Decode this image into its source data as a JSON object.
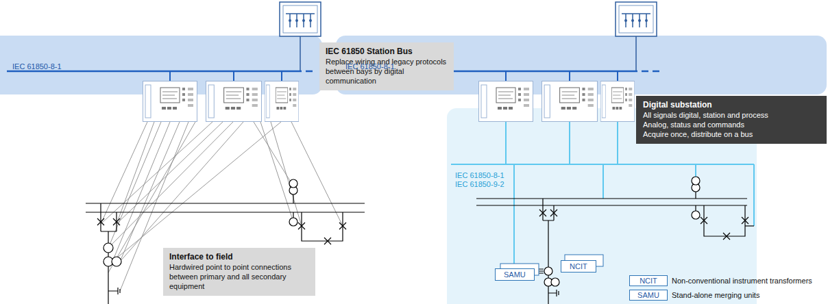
{
  "diagram": {
    "nodes": [
      {
        "text": [
          "IEC 61850-8-1"
        ]
      },
      {
        "text": [
          "IEC 61850 Station Bus",
          "Replace wiring and legacy protocols between bays by digital communication"
        ]
      },
      {
        "text": [
          "Interface to field",
          "Hardwired point to point connections between primary and all secondary equipment"
        ]
      },
      {
        "text": [
          "IEC 61850-8-1"
        ]
      },
      {
        "text": [
          "IEC 61850-8-1",
          "IEC 61850-9-2"
        ]
      },
      {
        "text": [
          "Digital substation",
          "All signals digital, station and process",
          "Analog, status and commands",
          "Acquire once, distribute on a bus"
        ]
      },
      {
        "text": [
          "SAMU"
        ],
        "in": 4
      },
      {
        "text": [
          "NCIT"
        ],
        "in": 4
      }
    ],
    "labels": [
      "NCIT",
      "SAMU"
    ],
    "legend": [
      {
        "text": "Non-conventional instrument transformers"
      },
      {
        "text": "Stand-alone merging units"
      }
    ]
  }
}
